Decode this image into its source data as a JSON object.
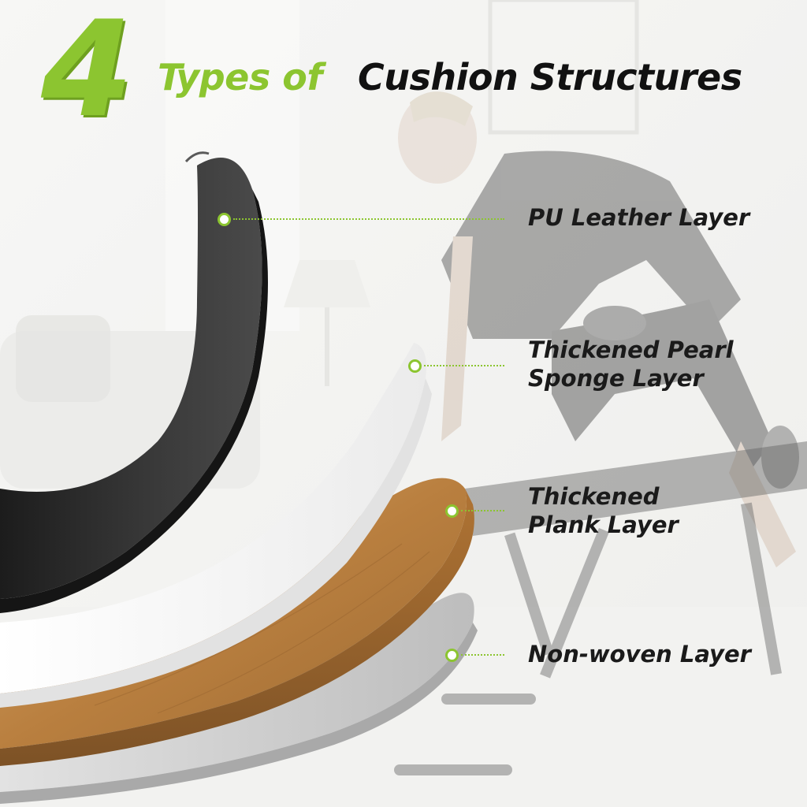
{
  "heading": {
    "number": "4",
    "highlight": "Types of",
    "rest": "Cushion Structures"
  },
  "layers": [
    {
      "line1": "PU Leather Layer",
      "line2": ""
    },
    {
      "line1": "Thickened Pearl",
      "line2": "Sponge Layer"
    },
    {
      "line1": "Thickened",
      "line2": "Plank Layer"
    },
    {
      "line1": "Non-woven Layer",
      "line2": ""
    }
  ],
  "colors": {
    "accent": "#8cc530",
    "text": "#1a1a1a",
    "leather": "#2b2b2b",
    "sponge": "#f4f4f4",
    "plank": "#c08a4a",
    "nonwoven": "#c9c9c9"
  }
}
